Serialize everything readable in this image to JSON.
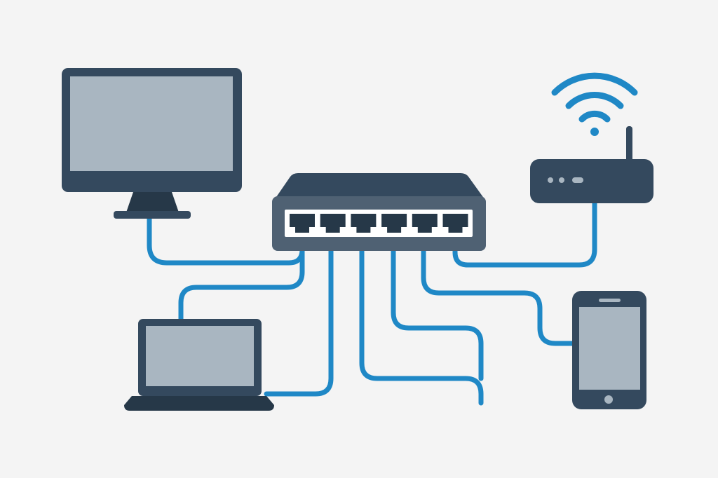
{
  "diagram": {
    "type": "network-topology",
    "central_device": "network-switch",
    "switch_port_count": 6,
    "devices": [
      "desktop-monitor",
      "laptop",
      "wireless-router",
      "smartphone"
    ],
    "colors": {
      "background": "#f4f4f4",
      "device_dark": "#34495e",
      "device_darker": "#263848",
      "switch_front": "#4f6173",
      "screen": "#a9b6c1",
      "cable": "#1f88c6",
      "port_panel": "#ffffff"
    }
  }
}
